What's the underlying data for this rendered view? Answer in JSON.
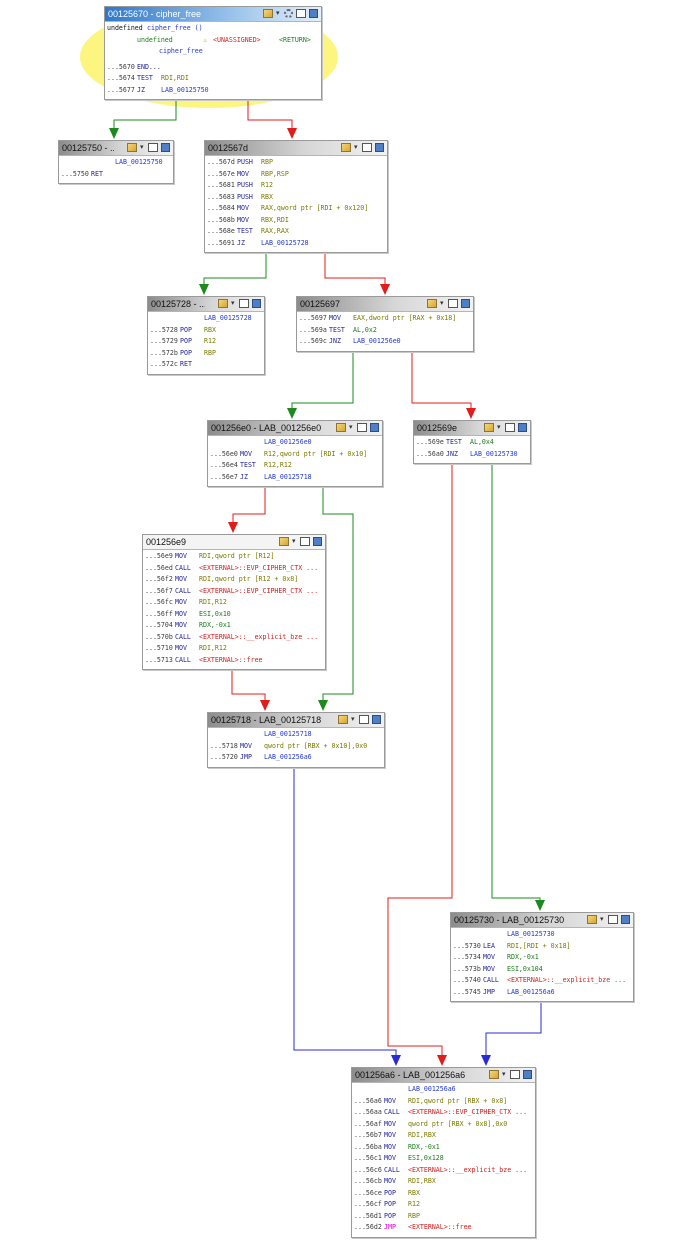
{
  "colors": {
    "true_edge": "#1e8a1e",
    "false_edge": "#e21b1b",
    "jump_edge": "#2b2bd6",
    "highlight": "#fbf36a"
  },
  "icons": [
    "edit-icon",
    "dropdown-caret-icon",
    "settings-icon",
    "restore-window-icon",
    "snapshot-icon"
  ],
  "blocks": [
    {
      "id": "b1",
      "title": "00125670 - cipher_free",
      "sig": {
        "ret": "undefined",
        "name": "cipher_free ()",
        "type": "undefined",
        "warn": "<UNASSIGNED>",
        "slot": "<RETURN>",
        "fn": "cipher_free"
      },
      "lines": [
        {
          "addr": "...5670",
          "mn": "END...",
          "op": ""
        },
        {
          "addr": "...5674",
          "mn": "TEST",
          "op": "RDI,RDI"
        },
        {
          "addr": "...5677",
          "mn": "JZ",
          "op": "LAB_00125750"
        }
      ]
    },
    {
      "id": "b2",
      "title": "00125750 - ...",
      "label": "LAB_00125750",
      "lines": [
        {
          "addr": "...5750",
          "mn": "RET",
          "op": ""
        }
      ]
    },
    {
      "id": "b3",
      "title": "0012567d",
      "lines": [
        {
          "addr": "...567d",
          "mn": "PUSH",
          "op": "RBP"
        },
        {
          "addr": "...567e",
          "mn": "MOV",
          "op": "RBP,RSP"
        },
        {
          "addr": "...5681",
          "mn": "PUSH",
          "op": "R12"
        },
        {
          "addr": "...5683",
          "mn": "PUSH",
          "op": "RBX"
        },
        {
          "addr": "...5684",
          "mn": "MOV",
          "op": "RAX,qword ptr [RDI + 0x120]"
        },
        {
          "addr": "...568b",
          "mn": "MOV",
          "op": "RBX,RDI"
        },
        {
          "addr": "...568e",
          "mn": "TEST",
          "op": "RAX,RAX"
        },
        {
          "addr": "...5691",
          "mn": "JZ",
          "op": "LAB_00125728"
        }
      ]
    },
    {
      "id": "b4",
      "title": "00125728 - ...",
      "label": "LAB_00125728",
      "lines": [
        {
          "addr": "...5728",
          "mn": "POP",
          "op": "RBX"
        },
        {
          "addr": "...5729",
          "mn": "POP",
          "op": "R12"
        },
        {
          "addr": "...572b",
          "mn": "POP",
          "op": "RBP"
        },
        {
          "addr": "...572c",
          "mn": "RET",
          "op": ""
        }
      ]
    },
    {
      "id": "b5",
      "title": "00125697",
      "lines": [
        {
          "addr": "...5697",
          "mn": "MOV",
          "op": "EAX,dword ptr [RAX + 0x18]"
        },
        {
          "addr": "...569a",
          "mn": "TEST",
          "op": "AL,0x2"
        },
        {
          "addr": "...569c",
          "mn": "JNZ",
          "op": "LAB_001256e0"
        }
      ]
    },
    {
      "id": "b6",
      "title": "001256e0 - LAB_001256e0",
      "label": "LAB_001256e0",
      "lines": [
        {
          "addr": "...56e0",
          "mn": "MOV",
          "op": "R12,qword ptr [RDI + 0x10]"
        },
        {
          "addr": "...56e4",
          "mn": "TEST",
          "op": "R12,R12"
        },
        {
          "addr": "...56e7",
          "mn": "JZ",
          "op": "LAB_00125718"
        }
      ]
    },
    {
      "id": "b7",
      "title": "0012569e",
      "lines": [
        {
          "addr": "...569e",
          "mn": "TEST",
          "op": "AL,0x4"
        },
        {
          "addr": "...56a0",
          "mn": "JNZ",
          "op": "LAB_00125730"
        }
      ]
    },
    {
      "id": "b8",
      "title": "001256e9",
      "lines": [
        {
          "addr": "...56e9",
          "mn": "MOV",
          "op": "RDI,qword ptr [R12]"
        },
        {
          "addr": "...56ed",
          "mn": "CALL",
          "op": "<EXTERNAL>::EVP_CIPHER_CTX ..."
        },
        {
          "addr": "...56f2",
          "mn": "MOV",
          "op": "RDI,qword ptr [R12 + 0x8]"
        },
        {
          "addr": "...56f7",
          "mn": "CALL",
          "op": "<EXTERNAL>::EVP_CIPHER_CTX ..."
        },
        {
          "addr": "...56fc",
          "mn": "MOV",
          "op": "RDI,R12"
        },
        {
          "addr": "...56ff",
          "mn": "MOV",
          "op": "ESI,0x10"
        },
        {
          "addr": "...5704",
          "mn": "MOV",
          "op": "RDX,-0x1"
        },
        {
          "addr": "...570b",
          "mn": "CALL",
          "op": "<EXTERNAL>::__explicit_bze ..."
        },
        {
          "addr": "...5710",
          "mn": "MOV",
          "op": "RDI,R12"
        },
        {
          "addr": "...5713",
          "mn": "CALL",
          "op": "<EXTERNAL>::free"
        }
      ]
    },
    {
      "id": "b9",
      "title": "00125718 - LAB_00125718",
      "label": "LAB_00125718",
      "lines": [
        {
          "addr": "...5718",
          "mn": "MOV",
          "op": "qword ptr [RBX + 0x10],0x0"
        },
        {
          "addr": "...5720",
          "mn": "JMP",
          "op": "LAB_001256a6"
        }
      ]
    },
    {
      "id": "b10",
      "title": "00125730 - LAB_00125730",
      "label": "LAB_00125730",
      "lines": [
        {
          "addr": "...5730",
          "mn": "LEA",
          "op": "RDI,[RDI + 0x18]"
        },
        {
          "addr": "...5734",
          "mn": "MOV",
          "op": "RDX,-0x1"
        },
        {
          "addr": "...573b",
          "mn": "MOV",
          "op": "ESI,0x104"
        },
        {
          "addr": "...5740",
          "mn": "CALL",
          "op": "<EXTERNAL>::__explicit_bze ..."
        },
        {
          "addr": "...5745",
          "mn": "JMP",
          "op": "LAB_001256a6"
        }
      ]
    },
    {
      "id": "b11",
      "title": "001256a6 - LAB_001256a6",
      "label": "LAB_001256a6",
      "lines": [
        {
          "addr": "...56a6",
          "mn": "MOV",
          "op": "RDI,qword ptr [RBX + 0x8]"
        },
        {
          "addr": "...56aa",
          "mn": "CALL",
          "op": "<EXTERNAL>::EVP_CIPHER_CTX ..."
        },
        {
          "addr": "...56af",
          "mn": "MOV",
          "op": "qword ptr [RBX + 0x8],0x0"
        },
        {
          "addr": "...56b7",
          "mn": "MOV",
          "op": "RDI,RBX"
        },
        {
          "addr": "...56ba",
          "mn": "MOV",
          "op": "RDX,-0x1"
        },
        {
          "addr": "...56c1",
          "mn": "MOV",
          "op": "ESI,0x128"
        },
        {
          "addr": "...56c6",
          "mn": "CALL",
          "op": "<EXTERNAL>::__explicit_bze ..."
        },
        {
          "addr": "...56cb",
          "mn": "MOV",
          "op": "RDI,RBX"
        },
        {
          "addr": "...56ce",
          "mn": "POP",
          "op": "RBX"
        },
        {
          "addr": "...56cf",
          "mn": "POP",
          "op": "R12"
        },
        {
          "addr": "...56d1",
          "mn": "POP",
          "op": "RBP"
        },
        {
          "addr": "...56d2",
          "mn": "JMP",
          "op": "<EXTERNAL>::free"
        }
      ]
    }
  ]
}
